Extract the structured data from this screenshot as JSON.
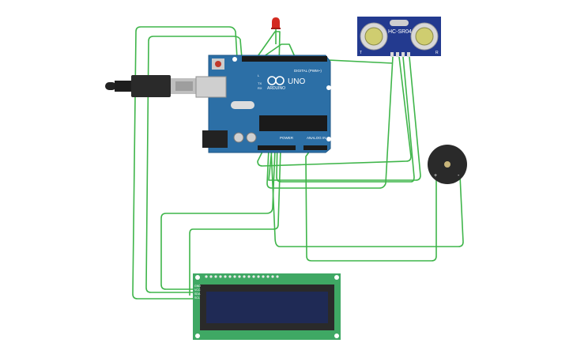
{
  "arduino": {
    "brand_text": "ARDUINO",
    "model_text": "UNO",
    "digital_label": "DIGITAL (PWM~)",
    "power_label": "POWER",
    "analog_label": "ANALOG IN",
    "tx_label": "TX",
    "rx_label": "RX",
    "l_label": "L"
  },
  "ultrasonic": {
    "model_text": "HC-SR04",
    "left_mark": "T",
    "right_mark": "R"
  },
  "buzzer": {
    "plus_label": "+",
    "minus_label": "-"
  },
  "lcd": {
    "pin_labels": [
      "GND",
      "VCC",
      "SDA",
      "SCL"
    ]
  },
  "colors": {
    "wire": "#3fb54a",
    "arduino_board": "#2c6fa6",
    "sensor_board": "#233a8f",
    "lcd_board": "#3fa864",
    "lcd_screen": "#1f2a55",
    "buzzer_body": "#2a2a2a",
    "led_red": "#d32a20"
  },
  "icons": [
    "usb-cable-icon",
    "arduino-logo-icon",
    "led-icon",
    "buzzer-icon"
  ]
}
